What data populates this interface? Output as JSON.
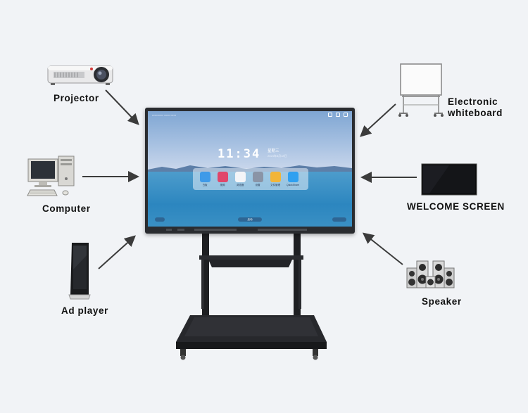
{
  "devices": {
    "projector": "Projector",
    "computer": "Computer",
    "ad_player": "Ad player",
    "whiteboard_line1": "Electronic",
    "whiteboard_line2": "whiteboard",
    "welcome_screen": "WELCOME SCREEN",
    "speaker": "Speaker"
  },
  "display": {
    "time": "11:34",
    "weekday": "星期三",
    "date": "2024年8月18日",
    "apps": [
      "白板",
      "视频",
      "浏览器",
      "设置",
      "文件管理",
      "QuickShare"
    ],
    "start_label": "启动"
  },
  "colors": {
    "arrow": "#3b3b3b",
    "label": "#111111",
    "background": "#f1f3f6"
  }
}
